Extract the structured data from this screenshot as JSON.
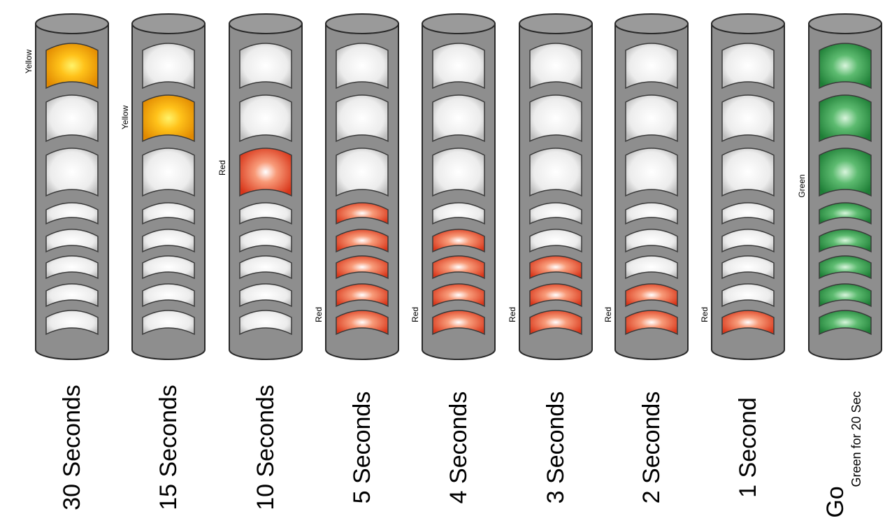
{
  "columns": [
    {
      "caption": "30 Seconds",
      "side_label": "Yellow",
      "lit": [
        0
      ],
      "color": "yellow"
    },
    {
      "caption": "15 Seconds",
      "side_label": "Yellow",
      "lit": [
        1
      ],
      "color": "yellow"
    },
    {
      "caption": "10 Seconds",
      "side_label": "Red",
      "lit": [
        2
      ],
      "color": "red"
    },
    {
      "caption": "5 Seconds",
      "side_label": "Red",
      "lit": [
        3,
        4,
        5,
        6,
        7
      ],
      "color": "red"
    },
    {
      "caption": "4 Seconds",
      "side_label": "Red",
      "lit": [
        4,
        5,
        6,
        7
      ],
      "color": "red"
    },
    {
      "caption": "3 Seconds",
      "side_label": "Red",
      "lit": [
        5,
        6,
        7
      ],
      "color": "red"
    },
    {
      "caption": "2 Seconds",
      "side_label": "Red",
      "lit": [
        6,
        7
      ],
      "color": "red"
    },
    {
      "caption": "1 Second",
      "side_label": "Red",
      "lit": [
        7
      ],
      "color": "red"
    },
    {
      "caption": "Go",
      "subcaption": "Green for 20 Sec",
      "side_label": "Green",
      "lit": [
        0,
        1,
        2,
        3,
        4,
        5,
        6,
        7
      ],
      "color": "green"
    }
  ],
  "colors": {
    "yellow": "#f5a400",
    "red": "#e8502a",
    "green": "#2e9a4a",
    "off": "#e6e6e6",
    "tube": "#8e8e8e"
  }
}
